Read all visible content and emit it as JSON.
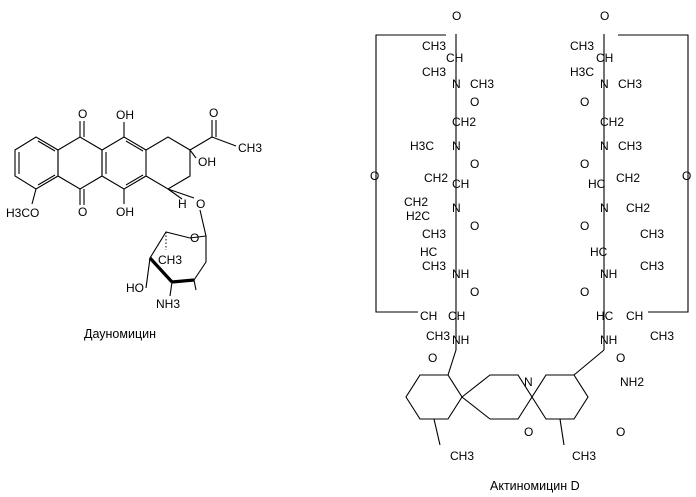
{
  "daunomycin": {
    "caption": "Дауномицин",
    "labels": {
      "o_top": "O",
      "o_bottom": "O",
      "oh_top": "OH",
      "oh_bottom": "OH",
      "oh_ring": "OH",
      "h3co": "H3CO",
      "ch3_acetyl": "CH3",
      "o_acetyl": "O",
      "h_glyco": "H",
      "o_glyco": "O",
      "o_sugar": "O",
      "ch3_sugar": "CH3",
      "ho_sugar": "HO",
      "nh3_sugar": "NH3"
    }
  },
  "actinomycin": {
    "caption": "Актиномицин D",
    "labels": {
      "left_chain": [
        "O",
        "CH3",
        "CH",
        "CH3",
        "N",
        "CH3",
        "O",
        "CH2",
        "H3C",
        "N",
        "O",
        "CH2",
        "CH",
        "CH2",
        "H2C",
        "N",
        "O",
        "CH3",
        "HC",
        "CH3",
        "NH",
        "O",
        "CH",
        "CH",
        "NH",
        "CH3",
        "O",
        "O"
      ],
      "right_chain": [
        "O",
        "CH3",
        "CH",
        "H3C",
        "N",
        "CH3",
        "O",
        "CH2",
        "N",
        "CH3",
        "O",
        "HC",
        "CH2",
        "N",
        "CH2",
        "O",
        "CH3",
        "HC",
        "CH3",
        "NH",
        "O",
        "HC",
        "CH",
        "NH",
        "CH3",
        "O",
        "O"
      ],
      "core": [
        "N",
        "O",
        "NH2",
        "O",
        "CH3",
        "CH3"
      ]
    }
  }
}
